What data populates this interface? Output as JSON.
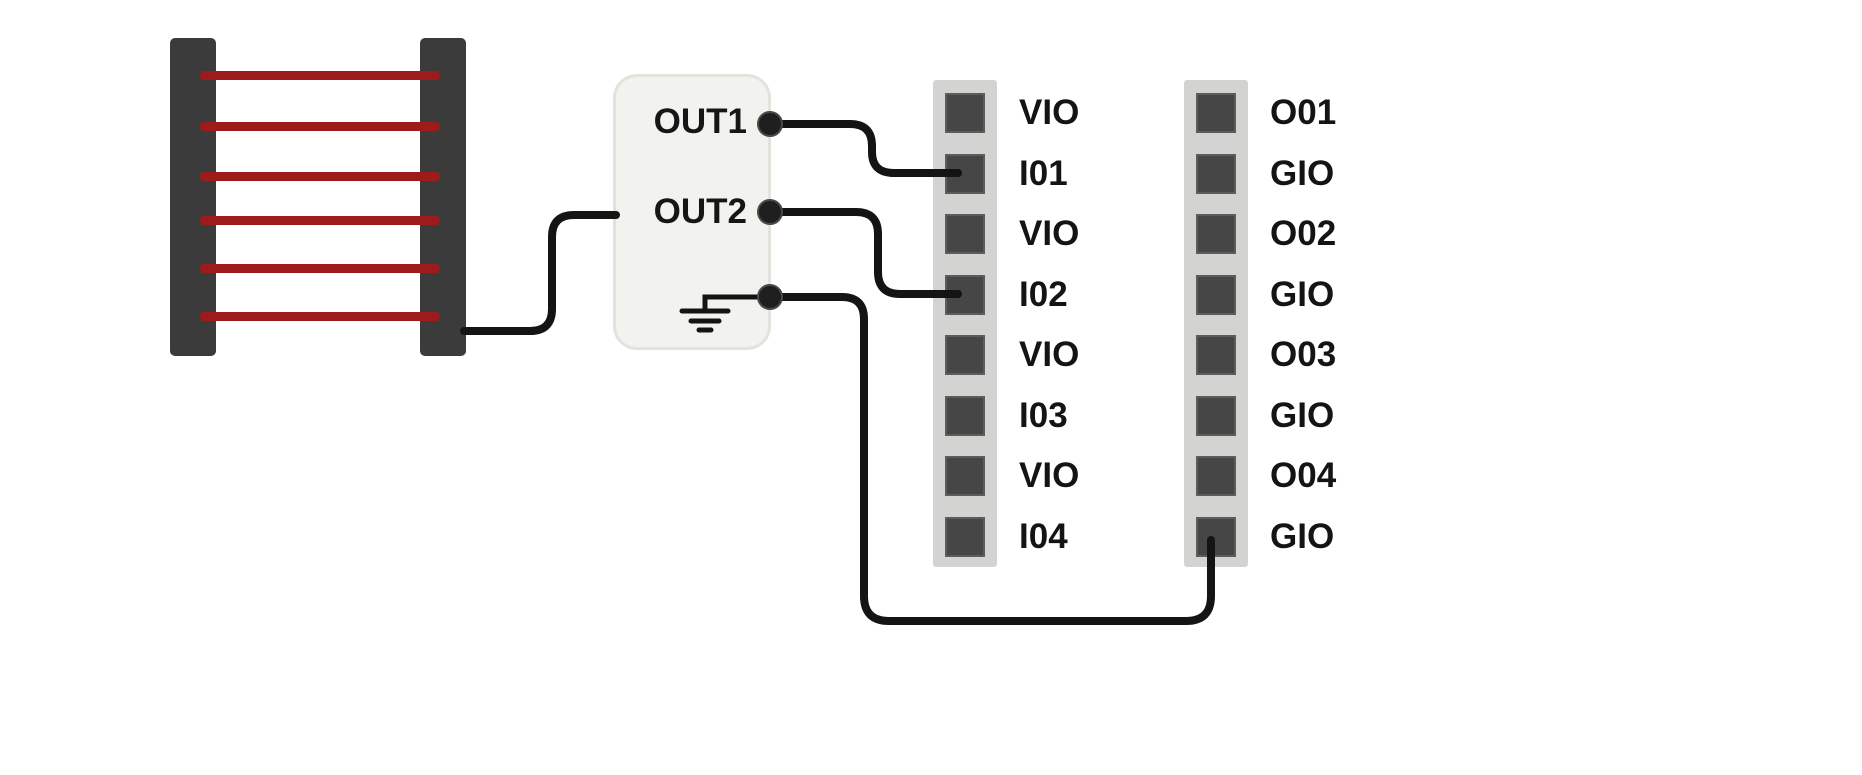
{
  "sensor": {
    "out1_label": "OUT1",
    "out2_label": "OUT2",
    "ground_icon": "earth-ground-symbol"
  },
  "terminal_blocks": {
    "left": {
      "labels": [
        "VIO",
        "I01",
        "VIO",
        "I02",
        "VIO",
        "I03",
        "VIO",
        "I04"
      ]
    },
    "right": {
      "labels": [
        "O01",
        "GIO",
        "O02",
        "GIO",
        "O03",
        "GIO",
        "O04",
        "GIO"
      ]
    }
  },
  "connections": [
    {
      "from": "light-curtain",
      "to": "sensor-box OUT2 side"
    },
    {
      "from": "OUT1",
      "to": "I01"
    },
    {
      "from": "OUT2",
      "to": "I02"
    },
    {
      "from": "GND",
      "to": "GIO (bottom)"
    }
  ],
  "colors": {
    "beam": "#9e1b1b",
    "rail": "#3b3b3b",
    "wire": "#141414",
    "strip": "#d3d3d1",
    "terminal": "#464646",
    "box_fill": "#f2f2ef",
    "box_border": "#e3e3de",
    "text": "#141414"
  }
}
